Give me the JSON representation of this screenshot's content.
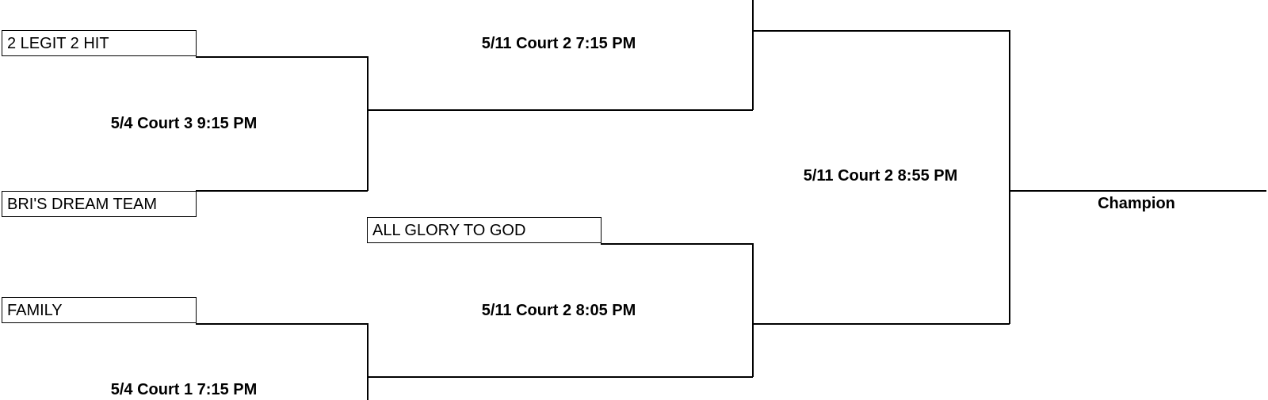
{
  "bracket": {
    "teams": {
      "team_1": "2 LEGIT 2 HIT",
      "team_2": "BRI'S DREAM TEAM",
      "team_3": "ALL GLORY TO GOD",
      "team_4": "FAMILY"
    },
    "games": {
      "round1_game1": "5/4 Court 3 9:15 PM",
      "round1_game2": "5/4 Court 1 7:15 PM",
      "round2_game1": "5/11 Court 2 7:15 PM",
      "round2_game2": "5/11 Court 2 8:05 PM",
      "final": "5/11 Court 2 8:55 PM"
    },
    "champion_label": "Champion"
  }
}
